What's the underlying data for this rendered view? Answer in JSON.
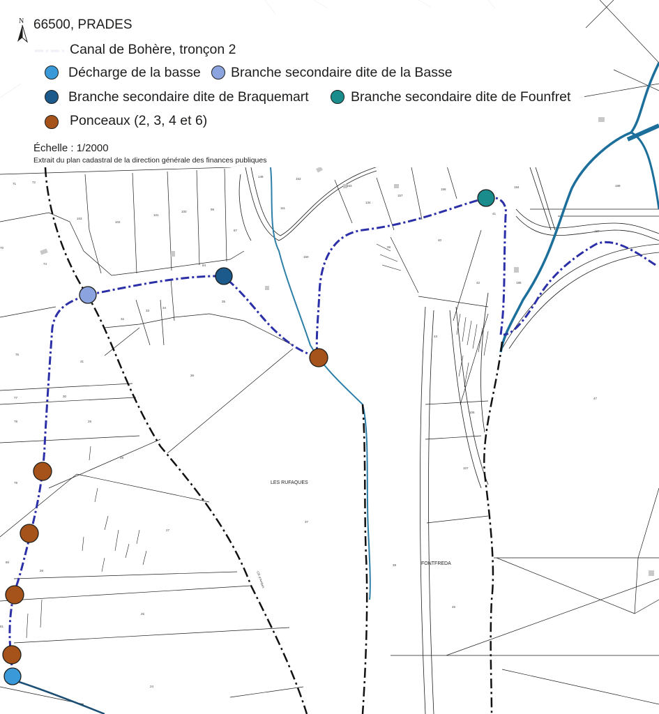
{
  "legend": {
    "location": "66500, PRADES",
    "canal": {
      "label": "Canal de Bohère, tronçon 2",
      "color": "#2b2fa8"
    },
    "items": [
      {
        "label": "Décharge de la basse",
        "color": "#3a9ad9"
      },
      {
        "label": "Branche secondaire dite de la Basse",
        "color": "#8ba3df"
      },
      {
        "label": "Branche secondaire dite de Braquemart",
        "color": "#1b5a8a"
      },
      {
        "label": "Branche secondaire dite de Founfret",
        "color": "#1a8c8c"
      },
      {
        "label": "Ponceaux (2, 3, 4 et 6)",
        "color": "#a5521b"
      }
    ],
    "scale": "Échelle : 1/2000",
    "source": "Extrait du plan cadastral de la direction générale des finances publiques"
  },
  "compass": {
    "letter": "N",
    "icon": "north-arrow-icon"
  },
  "places": [
    {
      "name": "LES RUFAQUES"
    },
    {
      "name": "FONTFREDA"
    }
  ],
  "parcels": [
    "71",
    "72",
    "103",
    "102",
    "101",
    "100",
    "99",
    "148",
    "111",
    "152",
    "153",
    "134",
    "157",
    "158",
    "184",
    "188",
    "187",
    "87",
    "150",
    "39",
    "40",
    "41",
    "84",
    "33",
    "32",
    "34",
    "35",
    "31",
    "36",
    "30",
    "29",
    "28",
    "27",
    "26",
    "25",
    "24",
    "37",
    "38",
    "42",
    "43",
    "47",
    "45",
    "107",
    "106",
    "185",
    "76",
    "77",
    "78",
    "79",
    "80",
    "81",
    "70",
    "74"
  ],
  "road_label": "CR d’Ambes"
}
